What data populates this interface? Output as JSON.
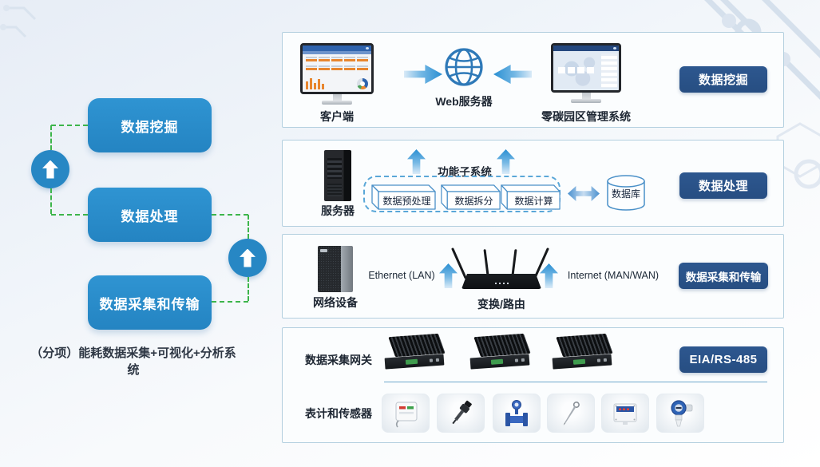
{
  "left_flow": {
    "stages": [
      {
        "label": "数据挖掘"
      },
      {
        "label": "数据处理"
      },
      {
        "label": "数据采集和传输"
      }
    ],
    "caption": "（分项）能耗数据采集+可视化+分析系统"
  },
  "panel_mining": {
    "client_label": "客户端",
    "web_server_label": "Web服务器",
    "system_label": "零碳园区管理系统",
    "tag": "数据挖掘"
  },
  "panel_processing": {
    "server_label": "服务器",
    "subsystem_title": "功能子系统",
    "modules": [
      "数据预处理",
      "数据拆分",
      "数据计算"
    ],
    "database_label": "数据库",
    "tag": "数据处理"
  },
  "panel_network": {
    "device_label": "网络设备",
    "lan_label": "Ethernet (LAN)",
    "router_label": "变换/路由",
    "wan_label": "Internet (MAN/WAN)",
    "tag": "数据采集和传输"
  },
  "panel_gateway": {
    "gateway_label": "数据采集网关",
    "tag": "EIA/RS-485",
    "sensors_label": "表计和传感器",
    "sensor_icons": [
      "temp-humidity-sensor",
      "pressure-probe",
      "flow-meter",
      "thermometer-probe",
      "digital-meter",
      "pressure-transmitter"
    ]
  },
  "colors": {
    "stage_blue": "#2787c4",
    "tag_navy": "#274e82",
    "dashed_green": "#3db54b",
    "panel_border": "#b3cfdf",
    "arrow_blue": "#2a8fd2",
    "accent_orange": "#e8862f"
  }
}
